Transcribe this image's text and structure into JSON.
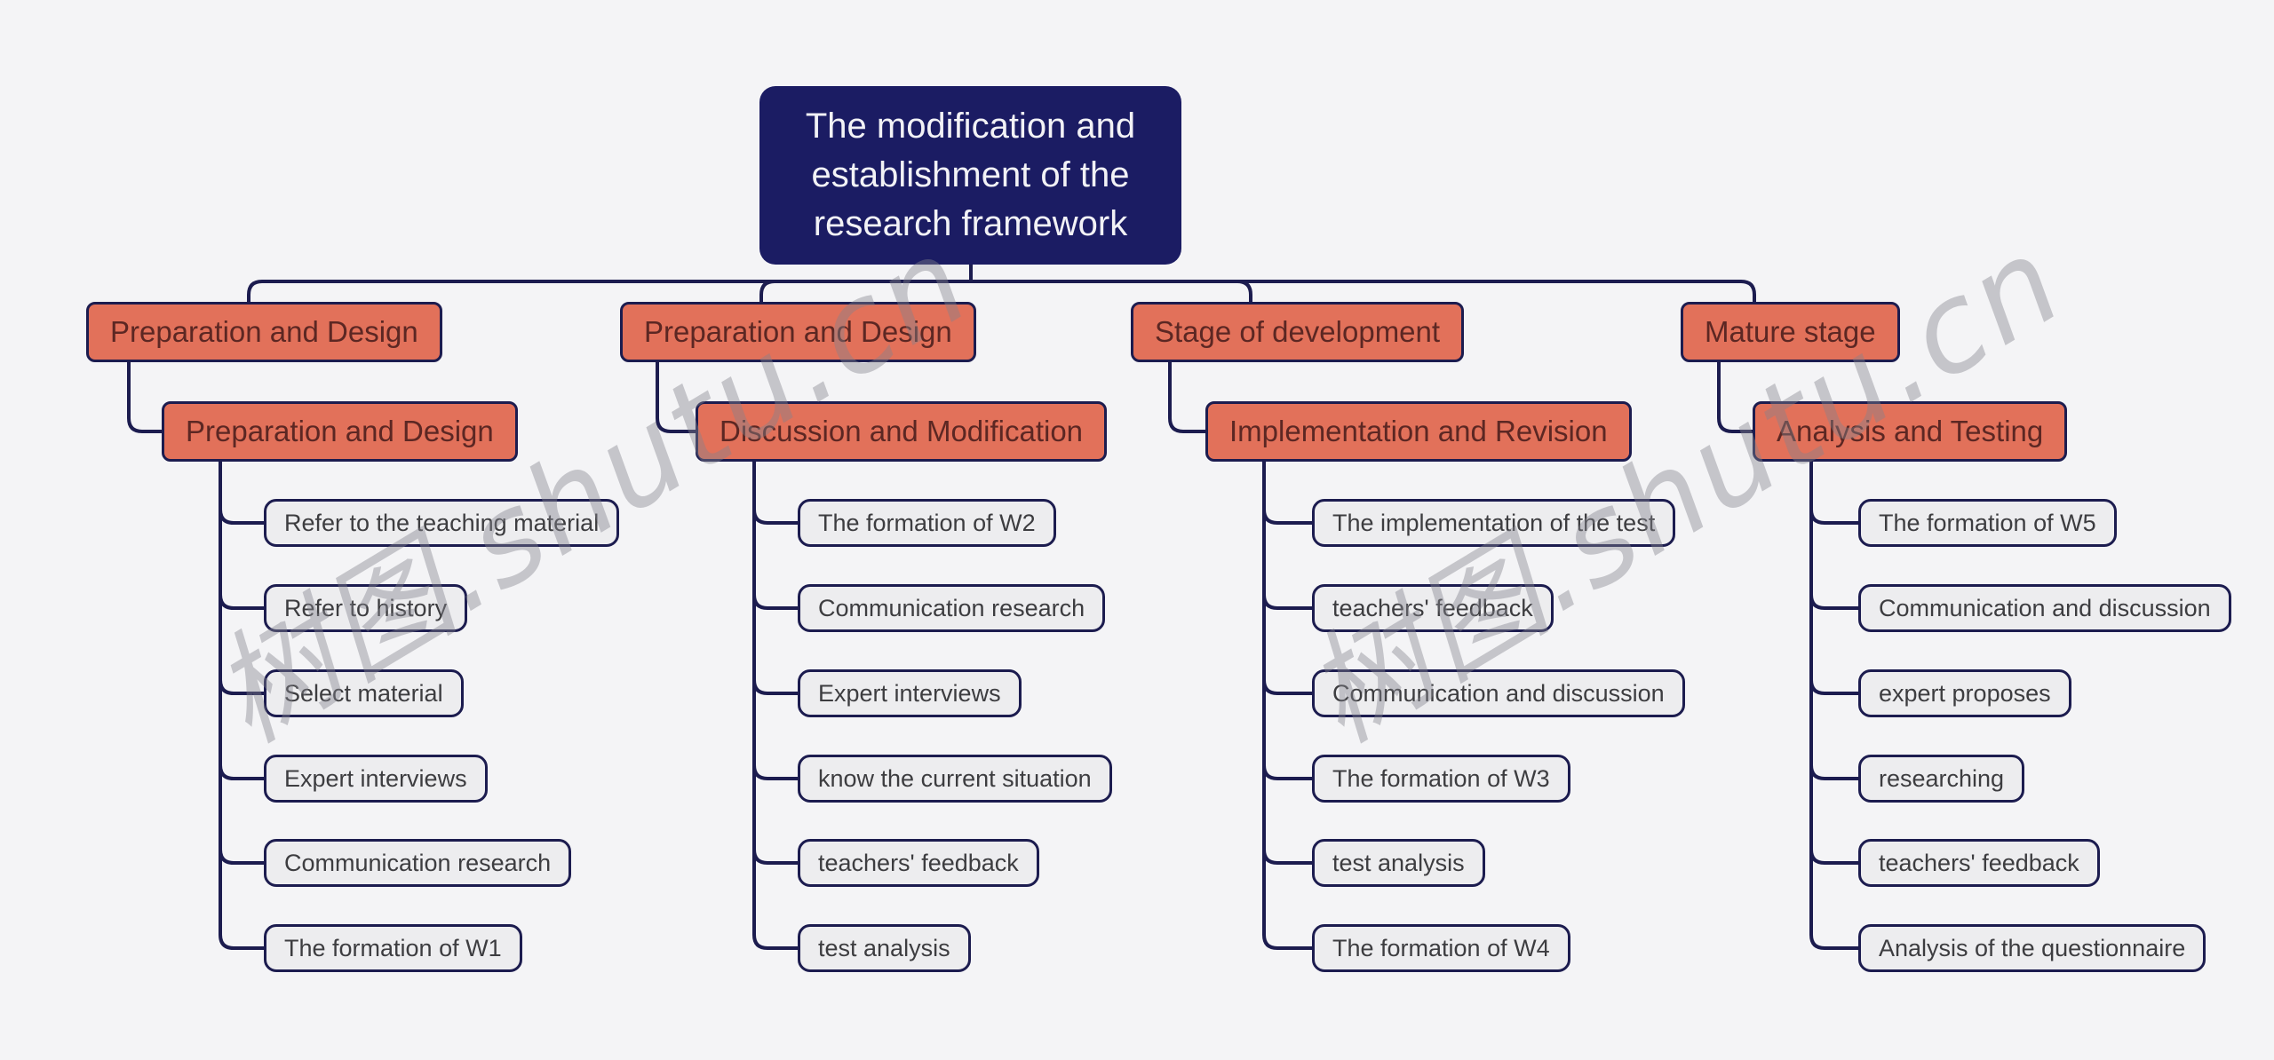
{
  "app": {
    "watermark_text": "树图.shutu.cn"
  },
  "mindmap": {
    "root": "The modification and establishment of the research framework",
    "branches": [
      {
        "label": "Preparation and Design",
        "child": {
          "label": "Preparation and Design",
          "leaves": [
            "Refer to the teaching material",
            "Refer to history",
            "Select material",
            "Expert interviews",
            "Communication research",
            "The formation of W1"
          ]
        }
      },
      {
        "label": "Preparation and Design",
        "child": {
          "label": "Discussion and Modification",
          "leaves": [
            "The formation of W2",
            "Communication research",
            "Expert interviews",
            "know the current situation",
            "teachers' feedback",
            "test analysis"
          ]
        }
      },
      {
        "label": "Stage of development",
        "child": {
          "label": "Implementation and Revision",
          "leaves": [
            "The implementation of the test",
            "teachers' feedback",
            "Communication and discussion",
            "The formation of W3",
            "test analysis",
            "The formation of W4"
          ]
        }
      },
      {
        "label": "Mature stage",
        "child": {
          "label": "Analysis and Testing",
          "leaves": [
            "The formation of W5",
            "Communication and discussion",
            "expert proposes",
            "researching",
            "teachers' feedback",
            "Analysis of the questionnaire"
          ]
        }
      }
    ],
    "colors": {
      "background": "#f4f4f6",
      "root_fill": "#1b1c63",
      "branch_fill": "#e2715a",
      "branch_text": "#5c2723",
      "leaf_fill": "#ededef",
      "line": "#1c1c4f"
    }
  }
}
